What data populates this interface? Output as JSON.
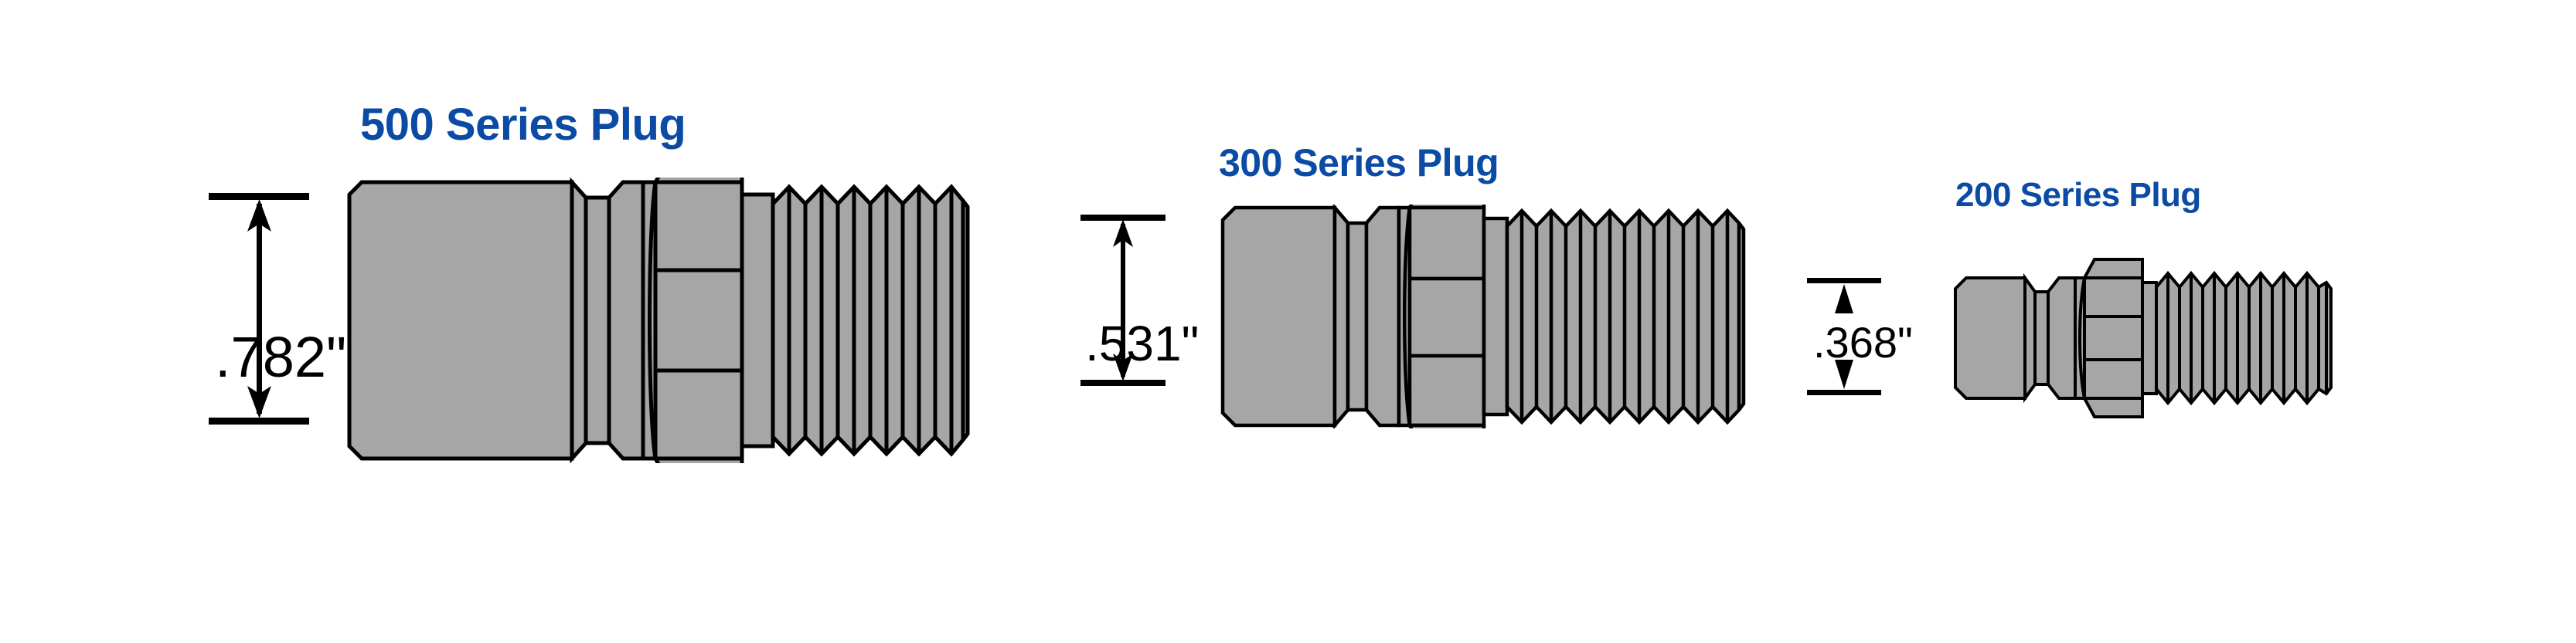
{
  "page": {
    "background_color": "#ffffff",
    "title_color": "#0b4aa5",
    "metal_fill_color": "#a6a6a6",
    "outline_color": "#000000"
  },
  "plugs": [
    {
      "id": "500",
      "title": "500 Series Plug",
      "dimension": ".782\"",
      "dimension_value": 0.782,
      "dimension_unit": "inch",
      "arrow_style": "inward-shaft"
    },
    {
      "id": "300",
      "title": "300 Series Plug",
      "dimension": ".531\"",
      "dimension_value": 0.531,
      "dimension_unit": "inch",
      "arrow_style": "inward-shaft"
    },
    {
      "id": "200",
      "title": "200 Series Plug",
      "dimension": ".368\"",
      "dimension_value": 0.368,
      "dimension_unit": "inch",
      "arrow_style": "outward-solid"
    }
  ]
}
